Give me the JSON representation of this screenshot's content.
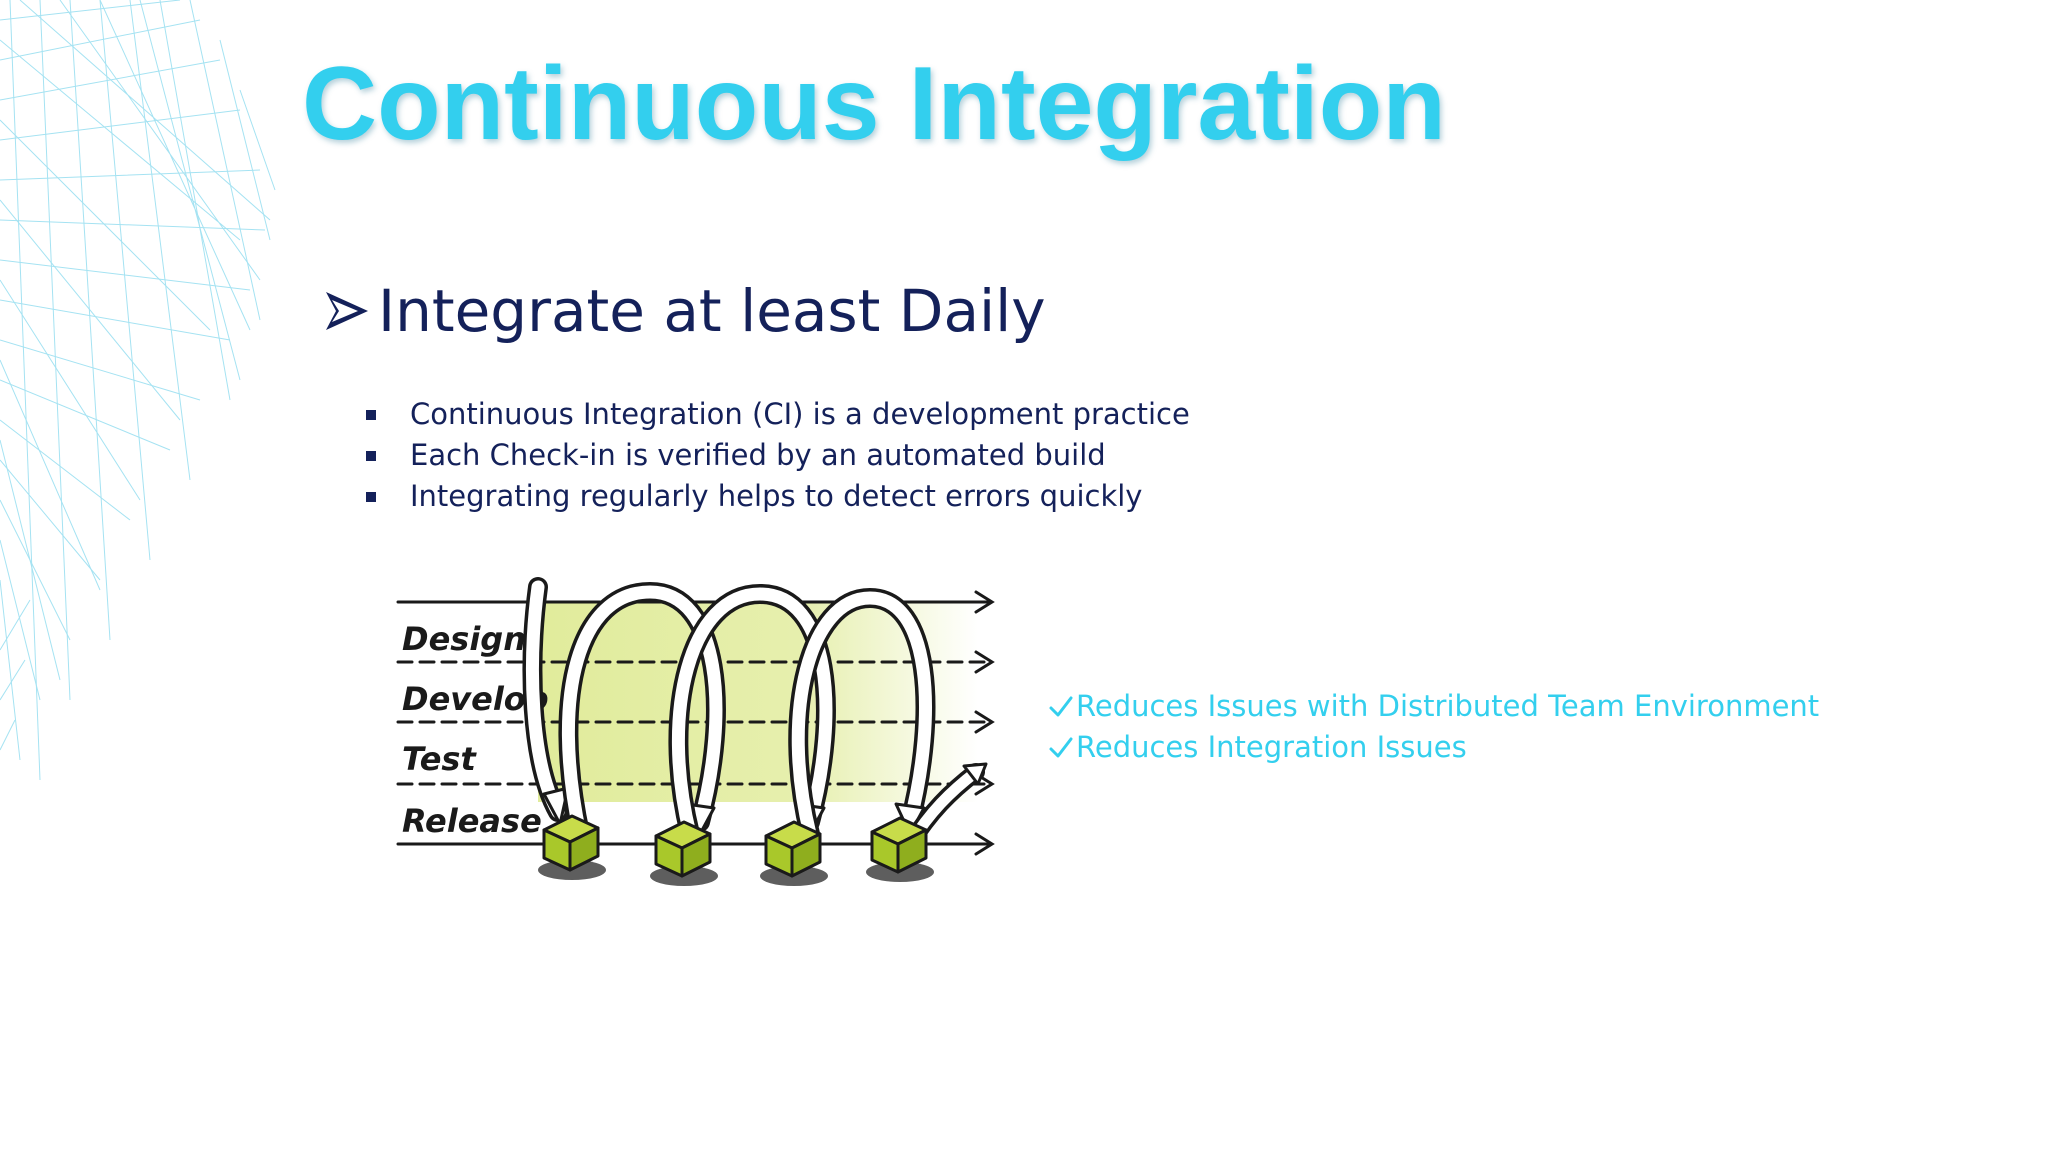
{
  "slide": {
    "title": "Continuous Integration",
    "subheading": {
      "icon": "arrowhead-bullet-icon",
      "text": "Integrate at least Daily"
    },
    "bullets": [
      "Continuous Integration (CI) is a development practice",
      "Each Check-in is verified by an automated build",
      "Integrating regularly helps to detect errors quickly"
    ],
    "diagram": {
      "lanes": [
        "Design",
        "Develop",
        "Test",
        "Release"
      ]
    },
    "benefits": [
      "Reduces Issues with Distributed Team Environment",
      "Reduces Integration Issues"
    ]
  },
  "colors": {
    "title": "#33cfee",
    "heading_text": "#14215a",
    "benefit_text": "#33cfee",
    "diagram_band": "#c8dc4a",
    "box_green": "#a9c82a",
    "mesh_lines": "#8fdcef"
  }
}
